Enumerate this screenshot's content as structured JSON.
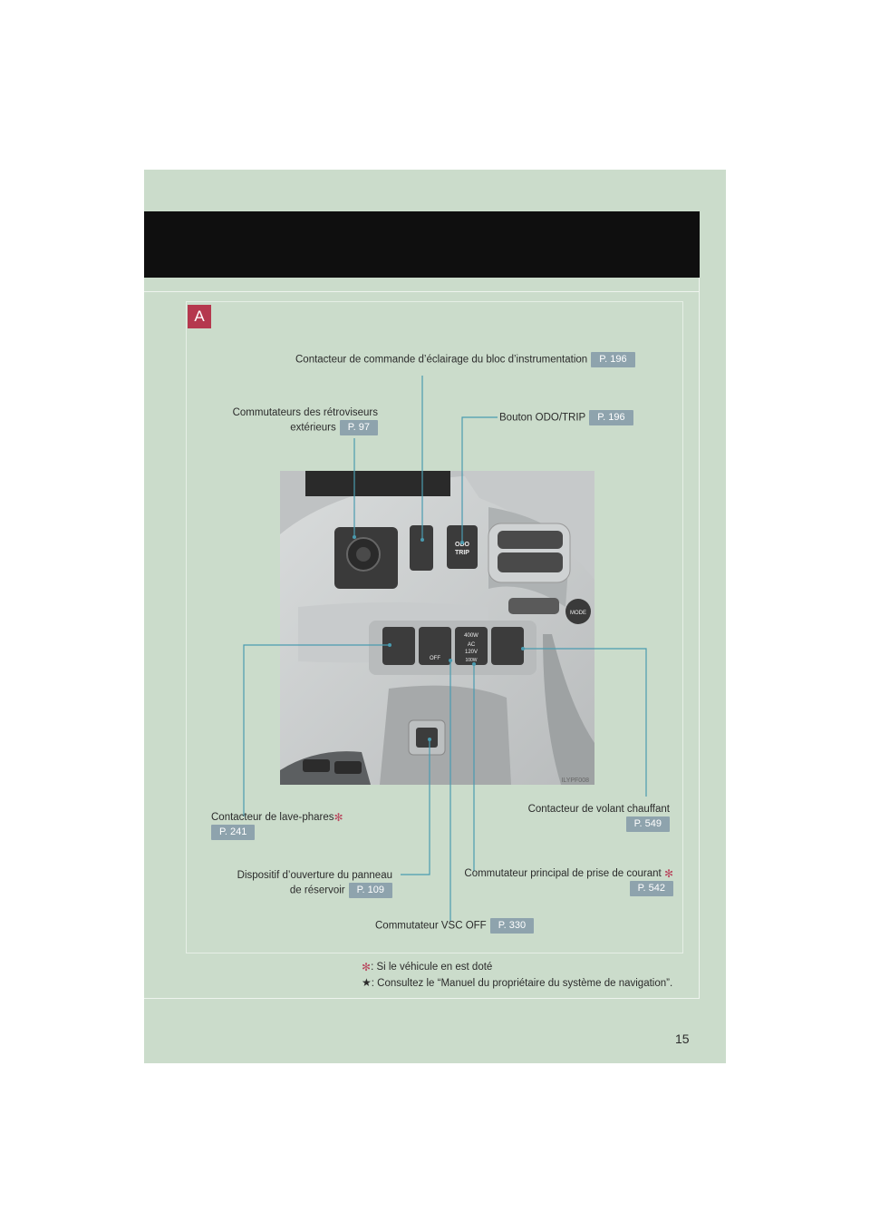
{
  "section_marker": "A",
  "labels": {
    "illumination": {
      "text": "Contacteur de commande d’éclairage du bloc d’instrumentation",
      "ref": "P. 196"
    },
    "mirrors": {
      "line1": "Commutateurs des rétroviseurs",
      "line2": "extérieurs",
      "ref": "P. 97"
    },
    "odo_trip": {
      "text": "Bouton ODO/TRIP",
      "ref": "P. 196"
    },
    "headlamp_cleaner": {
      "text": "Contacteur de lave-phares",
      "ref": "P. 241"
    },
    "heated_wheel": {
      "text": "Contacteur de volant chauffant",
      "ref": "P. 549"
    },
    "fuel_door": {
      "line1": "Dispositif d’ouverture du panneau",
      "line2": "de réservoir",
      "ref": "P. 109"
    },
    "power_outlet": {
      "text": "Commutateur principal de prise de courant",
      "ref": "P. 542"
    },
    "vsc_off": {
      "text": "Commutateur VSC OFF",
      "ref": "P. 330"
    }
  },
  "photo": {
    "code": "ILYPF008",
    "button_text": {
      "odo1": "ODO",
      "odo2": "TRIP",
      "ac1": "400W",
      "ac2": "AC",
      "ac3": "120V",
      "ac4": "100W",
      "mode": "MODE",
      "vsc": "OFF"
    }
  },
  "notes": {
    "optional": ": Si le véhicule en est doté",
    "navigation": ": Consultez le “Manuel du propriétaire du système de navigation”."
  },
  "page_number": "15",
  "colors": {
    "accent": "#b5384e",
    "ref_pill": "#8ea3ad",
    "page_bg": "#cbdccb",
    "leader": "#4a9bb0"
  }
}
